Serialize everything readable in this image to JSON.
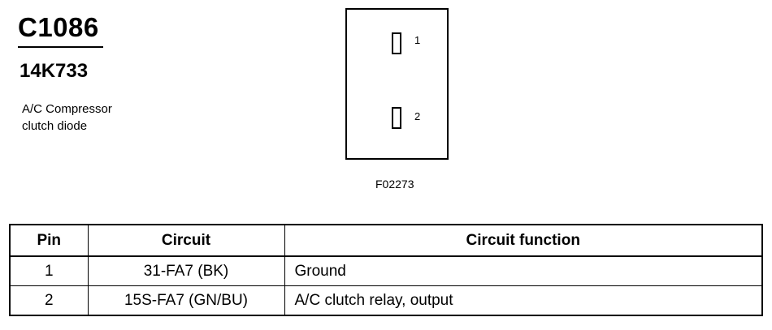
{
  "header": {
    "connector_id": "C1086",
    "part_number": "14K733",
    "description": "A/C Compressor\nclutch diode"
  },
  "connector": {
    "pins": [
      {
        "number": "1"
      },
      {
        "number": "2"
      }
    ],
    "figure_code": "F02273"
  },
  "table": {
    "columns": [
      "Pin",
      "Circuit",
      "Circuit function"
    ],
    "rows": [
      {
        "pin": "1",
        "circuit": "31-FA7 (BK)",
        "function": "Ground"
      },
      {
        "pin": "2",
        "circuit": "15S-FA7 (GN/BU)",
        "function": "A/C clutch relay, output"
      }
    ]
  }
}
